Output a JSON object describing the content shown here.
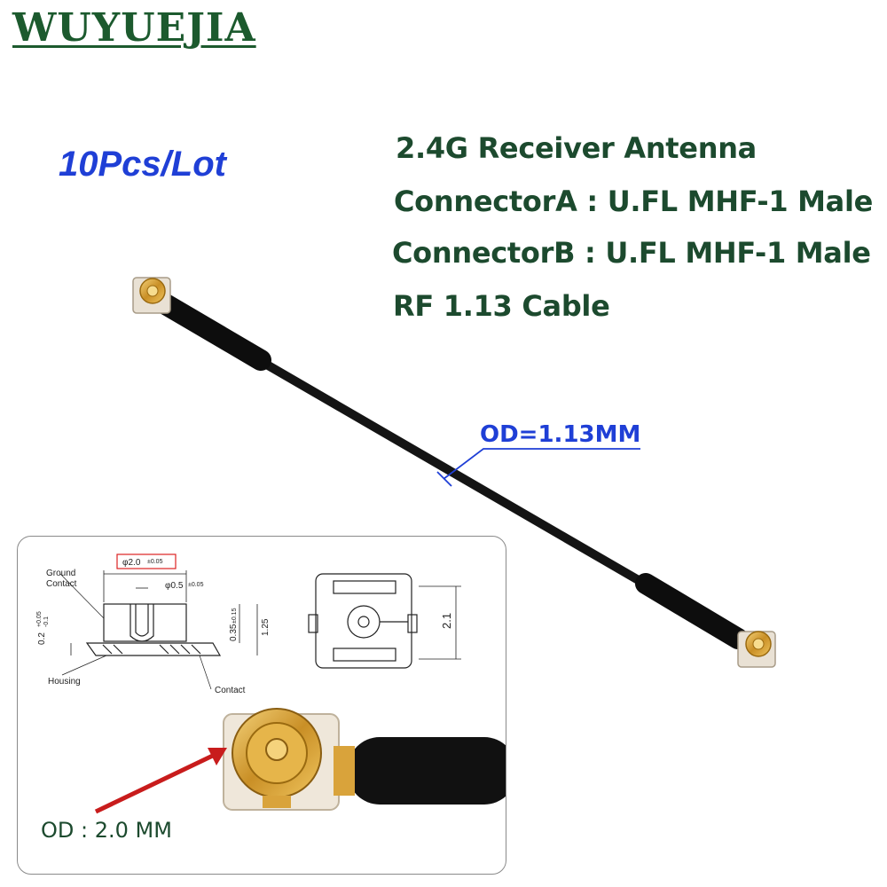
{
  "brand": "WUYUEJIA",
  "quantity": "10Pcs/Lot",
  "specs": {
    "line1": "2.4G Receiver Antenna",
    "line2": "ConnectorA : U.FL MHF-1 Male",
    "line3": "ConnectorB : U.FL MHF-1 Male",
    "line4": "RF 1.13 Cable"
  },
  "cable_od_label": "OD=1.13MM",
  "diagram": {
    "ground_contact_1": "Ground",
    "ground_contact_2": "Contact",
    "dia_outer": "φ2.0",
    "dia_outer_tol": "±0.05",
    "dia_inner": "φ0.5",
    "dia_inner_tol": "±0.05",
    "left_dim": "0.2",
    "left_tol_top": "+0.05",
    "left_tol_bottom": "-0.1",
    "h1": "0.35",
    "h1_tol": "±0.15",
    "h2": "1.25",
    "housing": "Housing",
    "contact": "Contact",
    "width_dim": "2.1"
  },
  "connector_od_label": "OD : 2.0 MM",
  "colors": {
    "brand": "#1c5a2e",
    "quantity": "#1f3fd6",
    "spec_text": "#1c4a2e",
    "od_label": "#1f3fd6",
    "arrow": "#c81c1c",
    "cable": "#141414",
    "gold": "#d7a63a"
  }
}
